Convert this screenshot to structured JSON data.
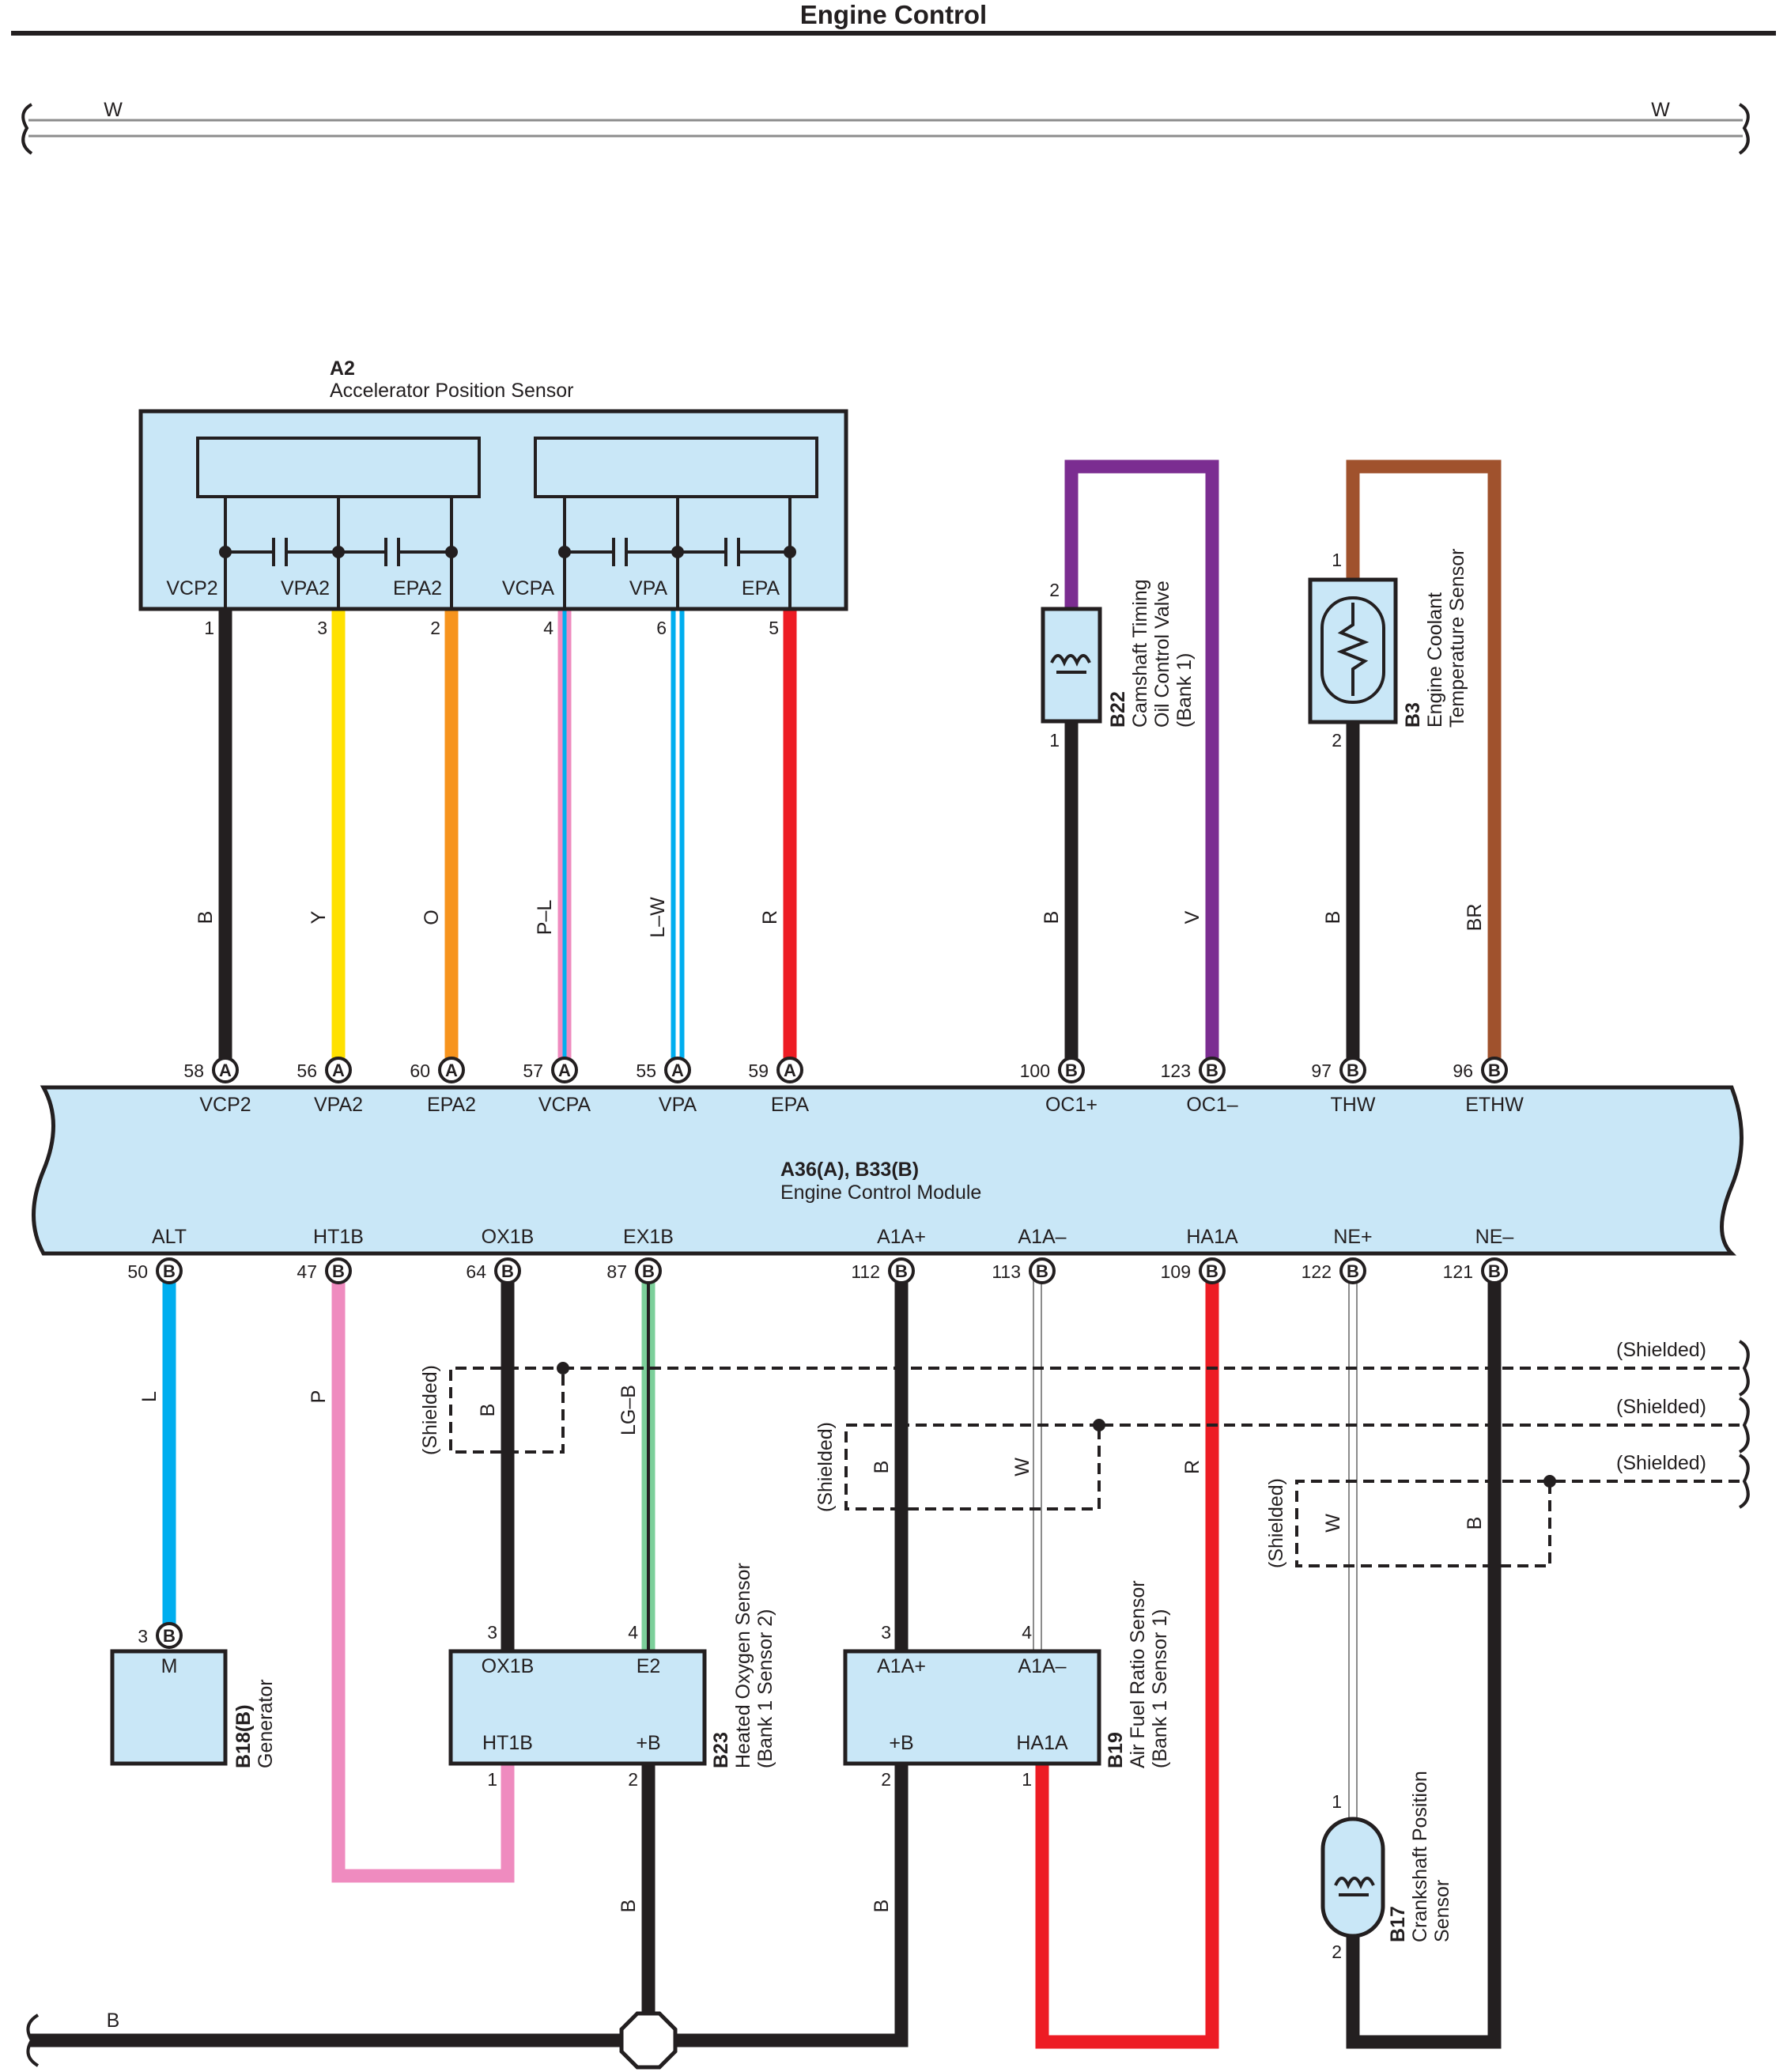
{
  "title": "Engine Control",
  "top_wire": {
    "left_label": "W",
    "right_label": "W"
  },
  "ground_wire": {
    "label": "B"
  },
  "ecm": {
    "id": "A36(A), B33(B)",
    "name": "Engine Control Module",
    "top_terminals": [
      {
        "name": "VCP2",
        "pin": "58",
        "conn": "A"
      },
      {
        "name": "VPA2",
        "pin": "56",
        "conn": "A"
      },
      {
        "name": "EPA2",
        "pin": "60",
        "conn": "A"
      },
      {
        "name": "VCPA",
        "pin": "57",
        "conn": "A"
      },
      {
        "name": "VPA",
        "pin": "55",
        "conn": "A"
      },
      {
        "name": "EPA",
        "pin": "59",
        "conn": "A"
      },
      {
        "name": "OC1+",
        "pin": "100",
        "conn": "B"
      },
      {
        "name": "OC1–",
        "pin": "123",
        "conn": "B"
      },
      {
        "name": "THW",
        "pin": "97",
        "conn": "B"
      },
      {
        "name": "ETHW",
        "pin": "96",
        "conn": "B"
      }
    ],
    "bottom_terminals": [
      {
        "name": "ALT",
        "pin": "50",
        "conn": "B"
      },
      {
        "name": "HT1B",
        "pin": "47",
        "conn": "B"
      },
      {
        "name": "OX1B",
        "pin": "64",
        "conn": "B"
      },
      {
        "name": "EX1B",
        "pin": "87",
        "conn": "B"
      },
      {
        "name": "A1A+",
        "pin": "112",
        "conn": "B"
      },
      {
        "name": "A1A–",
        "pin": "113",
        "conn": "B"
      },
      {
        "name": "HA1A",
        "pin": "109",
        "conn": "B"
      },
      {
        "name": "NE+",
        "pin": "122",
        "conn": "B"
      },
      {
        "name": "NE–",
        "pin": "121",
        "conn": "B"
      }
    ]
  },
  "a2": {
    "id": "A2",
    "name": "Accelerator Position Sensor",
    "terminals": [
      {
        "name": "VCP2",
        "pin": "1",
        "wire": "B"
      },
      {
        "name": "VPA2",
        "pin": "3",
        "wire": "Y"
      },
      {
        "name": "EPA2",
        "pin": "2",
        "wire": "O"
      },
      {
        "name": "VCPA",
        "pin": "4",
        "wire": "P–L"
      },
      {
        "name": "VPA",
        "pin": "6",
        "wire": "L–W"
      },
      {
        "name": "EPA",
        "pin": "5",
        "wire": "R"
      }
    ]
  },
  "b22": {
    "id": "B22",
    "name_lines": [
      "Camshaft Timing",
      "Oil Control Valve",
      "(Bank 1)"
    ],
    "pin_top": "2",
    "pin_bottom": "1",
    "wire_left": "B",
    "wire_right": "V"
  },
  "b3": {
    "id": "B3",
    "name_lines": [
      "Engine Coolant",
      "Temperature Sensor"
    ],
    "pin_top": "1",
    "pin_bottom": "2",
    "wire_left": "B",
    "wire_right": "BR"
  },
  "b18": {
    "id": "B18(B)",
    "name": "Generator",
    "terminal": "M",
    "pin": "3",
    "pin_conn": "B",
    "wire": "L"
  },
  "ht1b_wire": "P",
  "b23": {
    "id": "B23",
    "name_lines": [
      "Heated Oxygen Sensor",
      "(Bank 1 Sensor 2)"
    ],
    "terms": {
      "tl": "OX1B",
      "tr": "E2",
      "bl": "HT1B",
      "br": "+B"
    },
    "pins": {
      "tl": "3",
      "tr": "4",
      "bl": "1",
      "br": "2"
    },
    "wires": {
      "ox": "B",
      "ex": "LG–B",
      "pb": "B"
    }
  },
  "b19": {
    "id": "B19",
    "name_lines": [
      "Air Fuel Ratio Sensor",
      "(Bank 1 Sensor 1)"
    ],
    "terms": {
      "tl": "A1A+",
      "tr": "A1A–",
      "bl": "+B",
      "br": "HA1A"
    },
    "pins": {
      "tl": "3",
      "tr": "4",
      "bl": "2",
      "br": "1"
    },
    "wires": {
      "a1ap": "B",
      "a1am": "W",
      "ha1a": "R",
      "pb": "B"
    }
  },
  "b17": {
    "id": "B17",
    "name_lines": [
      "Crankshaft Position",
      "Sensor"
    ],
    "pin_top": "1",
    "pin_bottom": "2",
    "wire_nep": "W",
    "wire_nem": "B"
  },
  "shield_labels": [
    "(Shielded)",
    "(Shielded)",
    "(Shielded)"
  ],
  "shield_side_labels": [
    "(Shielded)",
    "(Shielded)",
    "(Shielded)"
  ],
  "colors": {
    "black": "#231f20",
    "yellow": "#ffe100",
    "orange": "#f7941d",
    "pink": "#ef8bbf",
    "blue": "#00aeef",
    "red": "#ed1c24",
    "violet": "#7b2d91",
    "brown": "#a0522d",
    "lightgreen": "#7ccf9a",
    "gray": "#8c8c8c",
    "module": "#c9e7f7"
  }
}
